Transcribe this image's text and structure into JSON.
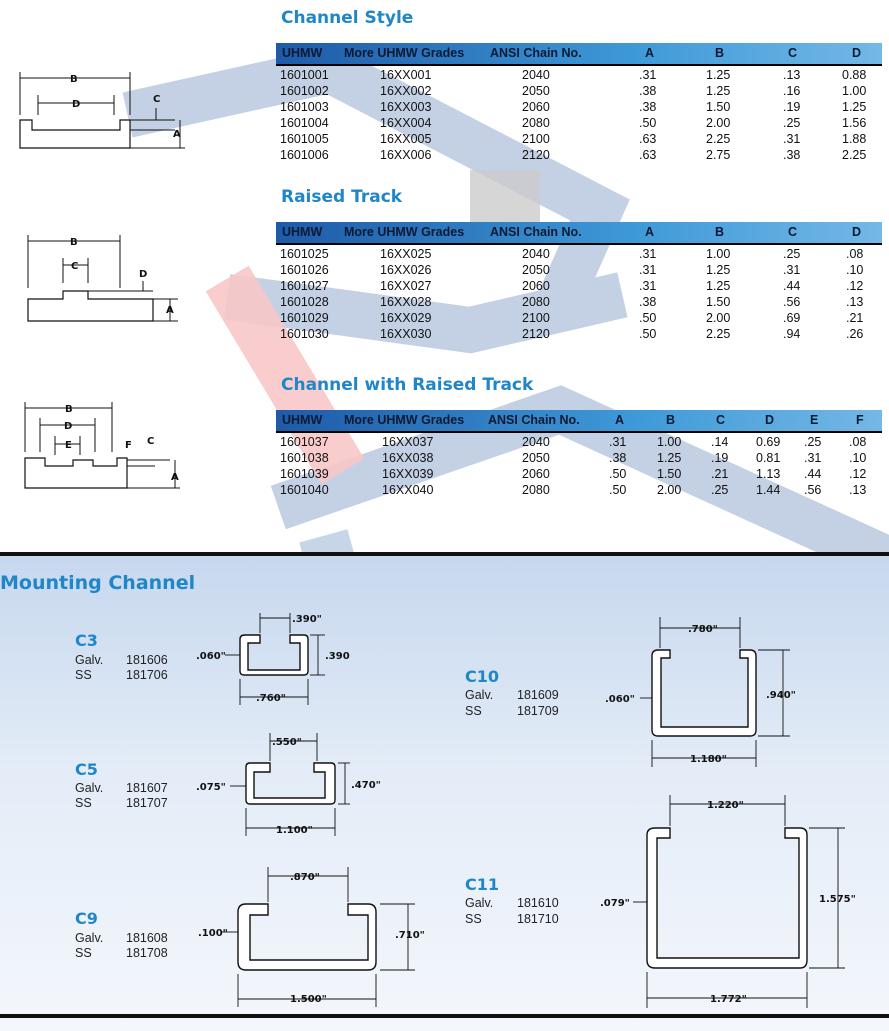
{
  "channel_style": {
    "title": "Channel Style",
    "headers": [
      "UHMW",
      "More UHMW Grades",
      "ANSI Chain No.",
      "A",
      "B",
      "C",
      "D"
    ],
    "rows": [
      [
        "1601001",
        "16XX001",
        "2040",
        ".31",
        "1.25",
        ".13",
        "0.88"
      ],
      [
        "1601002",
        "16XX002",
        "2050",
        ".38",
        "1.25",
        ".16",
        "1.00"
      ],
      [
        "1601003",
        "16XX003",
        "2060",
        ".38",
        "1.50",
        ".19",
        "1.25"
      ],
      [
        "1601004",
        "16XX004",
        "2080",
        ".50",
        "2.00",
        ".25",
        "1.56"
      ],
      [
        "1601005",
        "16XX005",
        "2100",
        ".63",
        "2.25",
        ".31",
        "1.88"
      ],
      [
        "1601006",
        "16XX006",
        "2120",
        ".63",
        "2.75",
        ".38",
        "2.25"
      ]
    ],
    "diagram_labels": [
      "B",
      "D",
      "C",
      "A"
    ]
  },
  "raised_track": {
    "title": "Raised Track",
    "headers": [
      "UHMW",
      "More UHMW Grades",
      "ANSI Chain No.",
      "A",
      "B",
      "C",
      "D"
    ],
    "rows": [
      [
        "1601025",
        "16XX025",
        "2040",
        ".31",
        "1.00",
        ".25",
        ".08"
      ],
      [
        "1601026",
        "16XX026",
        "2050",
        ".31",
        "1.25",
        ".31",
        ".10"
      ],
      [
        "1601027",
        "16XX027",
        "2060",
        ".31",
        "1.25",
        ".44",
        ".12"
      ],
      [
        "1601028",
        "16XX028",
        "2080",
        ".38",
        "1.50",
        ".56",
        ".13"
      ],
      [
        "1601029",
        "16XX029",
        "2100",
        ".50",
        "2.00",
        ".69",
        ".21"
      ],
      [
        "1601030",
        "16XX030",
        "2120",
        ".50",
        "2.25",
        ".94",
        ".26"
      ]
    ],
    "diagram_labels": [
      "B",
      "C",
      "D",
      "A"
    ]
  },
  "channel_raised": {
    "title": "Channel with Raised Track",
    "headers": [
      "UHMW",
      "More UHMW Grades",
      "ANSI Chain No.",
      "A",
      "B",
      "C",
      "D",
      "E",
      "F"
    ],
    "rows": [
      [
        "1601037",
        "16XX037",
        "2040",
        ".31",
        "1.00",
        ".14",
        "0.69",
        ".25",
        ".08"
      ],
      [
        "1601038",
        "16XX038",
        "2050",
        ".38",
        "1.25",
        ".19",
        "0.81",
        ".31",
        ".10"
      ],
      [
        "1601039",
        "16XX039",
        "2060",
        ".50",
        "1.50",
        ".21",
        "1.13",
        ".44",
        ".12"
      ],
      [
        "1601040",
        "16XX040",
        "2080",
        ".50",
        "2.00",
        ".25",
        "1.44",
        ".56",
        ".13"
      ]
    ],
    "diagram_labels": [
      "B",
      "D",
      "E",
      "F",
      "C",
      "A"
    ]
  },
  "mounting": {
    "title": "Mounting Channel",
    "channels": [
      {
        "name": "C3",
        "galv_label": "Galv.",
        "galv": "181606",
        "ss_label": "SS",
        "ss": "181706",
        "dims": [
          ".390\"",
          ".060\"",
          ".390\"",
          ".760\""
        ]
      },
      {
        "name": "C5",
        "galv_label": "Galv.",
        "galv": "181607",
        "ss_label": "SS",
        "ss": "181707",
        "dims": [
          ".550\"",
          ".075\"",
          ".470\"",
          "1.100\""
        ]
      },
      {
        "name": "C9",
        "galv_label": "Galv.",
        "galv": "181608",
        "ss_label": "SS",
        "ss": "181708",
        "dims": [
          ".870\"",
          ".100\"",
          ".710\"",
          "1.500\""
        ]
      },
      {
        "name": "C10",
        "galv_label": "Galv.",
        "galv": "181609",
        "ss_label": "SS",
        "ss": "181709",
        "dims": [
          ".780\"",
          ".060\"",
          ".940\"",
          "1.180\""
        ]
      },
      {
        "name": "C11",
        "galv_label": "Galv.",
        "galv": "181610",
        "ss_label": "SS",
        "ss": "181710",
        "dims": [
          "1.220\"",
          ".079\"",
          "1.575\"",
          "1.772\""
        ]
      }
    ]
  }
}
